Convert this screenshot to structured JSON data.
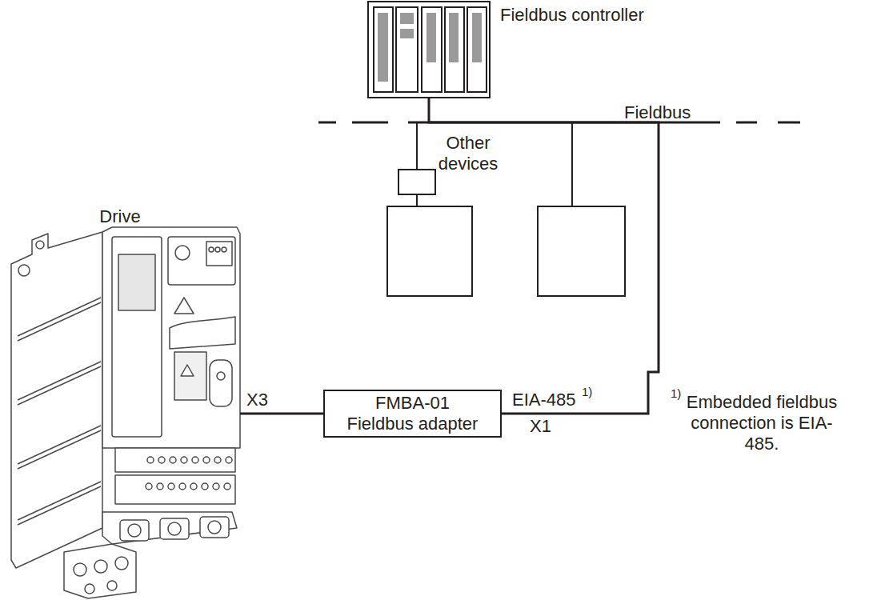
{
  "diagram": {
    "nodes": [
      {
        "text": [
          "Fieldbus controller"
        ]
      },
      {
        "text": [
          "Drive"
        ]
      },
      {
        "text": [
          "FMBA-01 Fieldbus adapter"
        ]
      }
    ],
    "edges": [
      {
        "from": 1,
        "to": 2,
        "arrow": "none",
        "label": "X3"
      },
      {
        "from": 2,
        "to": 0,
        "arrow": "none"
      }
    ],
    "labels": [
      "Fieldbus",
      "Other devices",
      "EIA-485",
      "1)",
      "X1",
      "1)",
      "Embedded fieldbus connection is EIA-485."
    ]
  }
}
